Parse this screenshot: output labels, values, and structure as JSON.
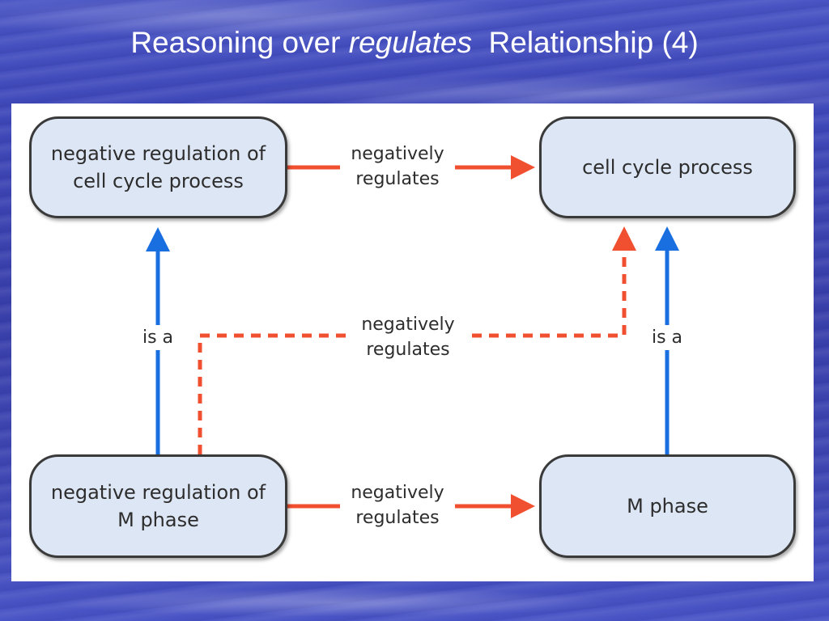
{
  "slide": {
    "title_before": "Reasoning over ",
    "title_italic": "regulates",
    "title_after": "  Relationship (4)"
  },
  "diagram": {
    "nodes": {
      "neg_reg_cell_cycle": [
        "negative regulation of",
        "cell cycle process"
      ],
      "cell_cycle_process": "cell cycle process",
      "neg_reg_m_phase": [
        "negative regulation of",
        "M phase"
      ],
      "m_phase": "M phase"
    },
    "edges": {
      "top": [
        "negatively",
        "regulates"
      ],
      "middle": [
        "negatively",
        "regulates"
      ],
      "bottom": [
        "negatively",
        "regulates"
      ],
      "left_is_a": "is a",
      "right_is_a": "is a"
    },
    "colors": {
      "regulates_arrow": "#f05030",
      "is_a_arrow": "#1a6fe0",
      "node_fill": "#dde6f4",
      "node_border": "#3a3a3a"
    }
  }
}
